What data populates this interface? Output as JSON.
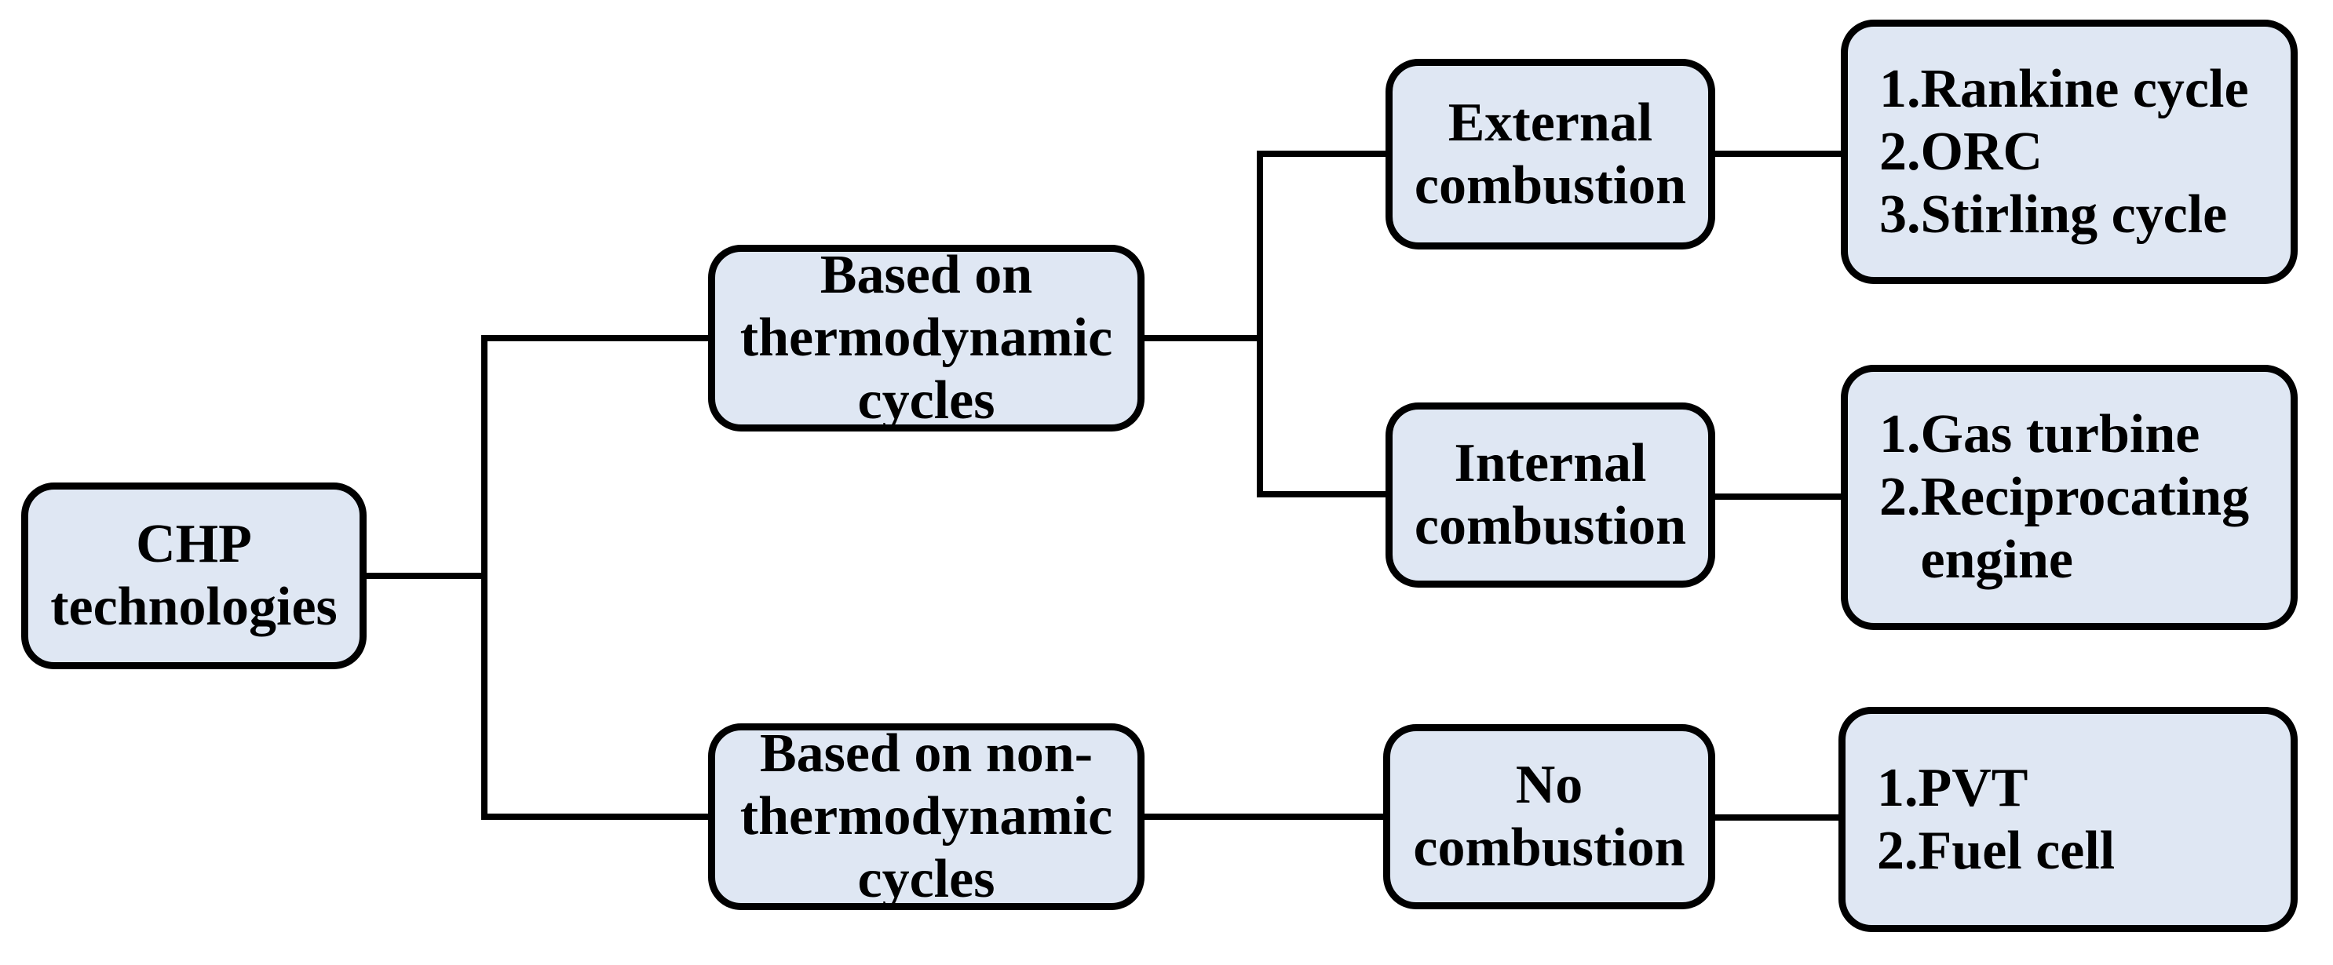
{
  "diagram": {
    "title": "CHP technologies classification flowchart",
    "colors": {
      "background": "#ffffff",
      "box_fill": "#dfe7f3",
      "box_border": "#000000",
      "line_color": "#000000",
      "text_color": "#000000"
    },
    "nodes": {
      "root": {
        "label": "CHP\ntechnologies"
      },
      "thermo": {
        "label": "Based on\nthermodynamic\ncycles"
      },
      "non_thermo": {
        "label": "Based on non-\nthermodynamic\ncycles"
      },
      "external": {
        "label": "External\ncombustion"
      },
      "internal": {
        "label": "Internal\ncombustion"
      },
      "no_combustion": {
        "label": "No\ncombustion"
      },
      "external_techs": {
        "label": "1.Rankine cycle\n2.ORC\n3.Stirling cycle"
      },
      "internal_techs": {
        "label": "1.Gas turbine\n2.Reciprocating\n   engine"
      },
      "no_combustion_techs": {
        "label": "1.PVT\n2.Fuel cell"
      }
    },
    "edges": [
      {
        "from": "root",
        "to": "thermo"
      },
      {
        "from": "root",
        "to": "non_thermo"
      },
      {
        "from": "thermo",
        "to": "external"
      },
      {
        "from": "thermo",
        "to": "internal"
      },
      {
        "from": "non_thermo",
        "to": "no_combustion"
      },
      {
        "from": "external",
        "to": "external_techs"
      },
      {
        "from": "internal",
        "to": "internal_techs"
      },
      {
        "from": "no_combustion",
        "to": "no_combustion_techs"
      }
    ]
  }
}
